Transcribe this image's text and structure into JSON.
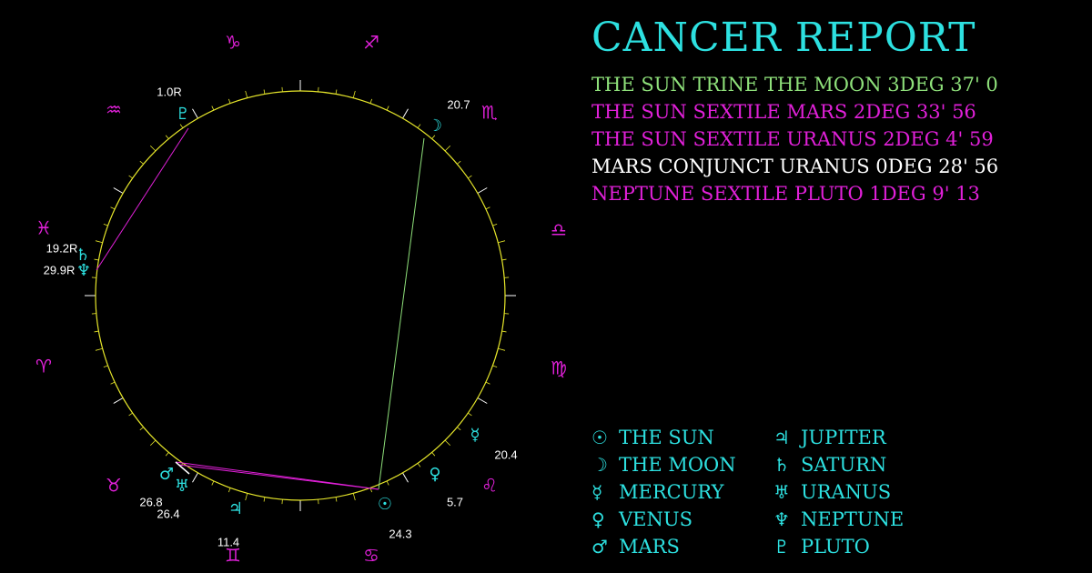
{
  "report": {
    "title": "Cancer Report",
    "aspects": [
      {
        "text": "The Sun trine The Moon 3deg 37' 0",
        "color": "#8ee07a"
      },
      {
        "text": "The Sun sextile Mars 2deg 33' 56",
        "color": "#e020d8"
      },
      {
        "text": "The Sun sextile Uranus 2deg 4' 59",
        "color": "#e020d8"
      },
      {
        "text": "Mars conjunct Uranus 0deg 28' 56",
        "color": "#ffffff"
      },
      {
        "text": "Neptune sextile Pluto 1deg 9' 13",
        "color": "#e020d8"
      }
    ]
  },
  "legend": [
    {
      "glyph": "☉",
      "label": "The Sun"
    },
    {
      "glyph": "♃",
      "label": "Jupiter"
    },
    {
      "glyph": "☽",
      "label": "The Moon"
    },
    {
      "glyph": "♄",
      "label": "Saturn"
    },
    {
      "glyph": "☿",
      "label": "Mercury"
    },
    {
      "glyph": "♅",
      "label": "Uranus"
    },
    {
      "glyph": "♀",
      "label": "Venus"
    },
    {
      "glyph": "♆",
      "label": "Neptune"
    },
    {
      "glyph": "♂",
      "label": "Mars"
    },
    {
      "glyph": "♇",
      "label": "Pluto"
    }
  ],
  "colors": {
    "zodiac_sign": "#e020d8",
    "planet": "#2de0e0",
    "wheel": "#e6e62a",
    "degree_text": "#ffffff",
    "trine": "#8ee07a",
    "sextile": "#e020d8",
    "conjunct": "#ffffff"
  },
  "wheel": {
    "signs": [
      {
        "name": "cancer",
        "glyph": "♋"
      },
      {
        "name": "leo",
        "glyph": "♌"
      },
      {
        "name": "virgo",
        "glyph": "♍"
      },
      {
        "name": "libra",
        "glyph": "♎"
      },
      {
        "name": "scorpio",
        "glyph": "♏"
      },
      {
        "name": "sagittarius",
        "glyph": "♐"
      },
      {
        "name": "capricorn",
        "glyph": "♑"
      },
      {
        "name": "aquarius",
        "glyph": "♒"
      },
      {
        "name": "pisces",
        "glyph": "♓"
      },
      {
        "name": "aries",
        "glyph": "♈"
      },
      {
        "name": "taurus",
        "glyph": "♉"
      },
      {
        "name": "gemini",
        "glyph": "♊"
      }
    ],
    "planets": [
      {
        "name": "sun",
        "glyph": "☉",
        "degree_label": "24.3"
      },
      {
        "name": "venus",
        "glyph": "♀",
        "degree_label": "5.7"
      },
      {
        "name": "mercury",
        "glyph": "☿",
        "degree_label": "20.4"
      },
      {
        "name": "moon",
        "glyph": "☽",
        "degree_label": "20.7"
      },
      {
        "name": "pluto",
        "glyph": "♇",
        "degree_label": "1.0R"
      },
      {
        "name": "saturn",
        "glyph": "♄",
        "degree_label": "19.2R"
      },
      {
        "name": "neptune",
        "glyph": "♆",
        "degree_label": "29.9R"
      },
      {
        "name": "mars",
        "glyph": "♂",
        "degree_label": "26.8"
      },
      {
        "name": "uranus",
        "glyph": "♅",
        "degree_label": "26.4"
      },
      {
        "name": "jupiter",
        "glyph": "♃",
        "degree_label": "11.4"
      }
    ]
  }
}
